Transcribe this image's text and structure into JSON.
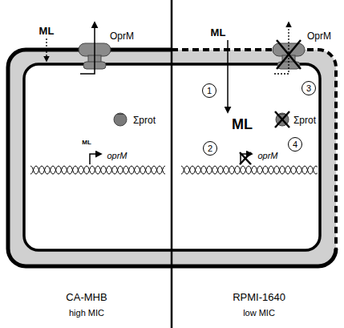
{
  "diagram": {
    "nodes": [
      {
        "text": [
          "1"
        ]
      },
      {
        "text": [
          "2"
        ]
      },
      {
        "text": [
          "3"
        ]
      },
      {
        "text": [
          "4"
        ]
      }
    ],
    "labels": [
      "ML",
      "OprM",
      "Σprot",
      "ML",
      "oprM",
      "CA-MHB",
      "high MIC",
      "ML",
      "OprM",
      "ML",
      "Σprot",
      "oprM",
      "RPMI-1640",
      "low MIC"
    ]
  }
}
